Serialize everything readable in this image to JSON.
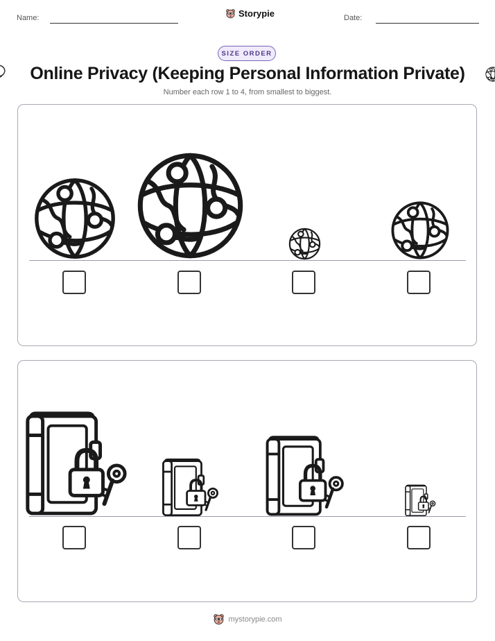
{
  "header": {
    "name_label": "Name:",
    "date_label": "Date:",
    "brand": "Storypie",
    "logo_icon": "storypie-mascot-icon"
  },
  "badge": "SIZE ORDER",
  "title": "Online Privacy (Keeping Personal Information Private)",
  "instruction": "Number each row 1 to 4, from smallest to biggest.",
  "rows": [
    {
      "icon": "network-globe-icon",
      "items": 4,
      "answers": [
        "",
        "",
        "",
        ""
      ]
    },
    {
      "icon": "locked-book-with-key-icon",
      "items": 4,
      "answers": [
        "",
        "",
        "",
        ""
      ]
    }
  ],
  "footer": {
    "site": "mystorypie.com",
    "logo_icon": "storypie-mascot-icon"
  },
  "colors": {
    "badge_border": "#7a63b5",
    "badge_fill": "#efeafc",
    "outline": "#1a1a1a",
    "panel_border": "#a9a9b3"
  }
}
